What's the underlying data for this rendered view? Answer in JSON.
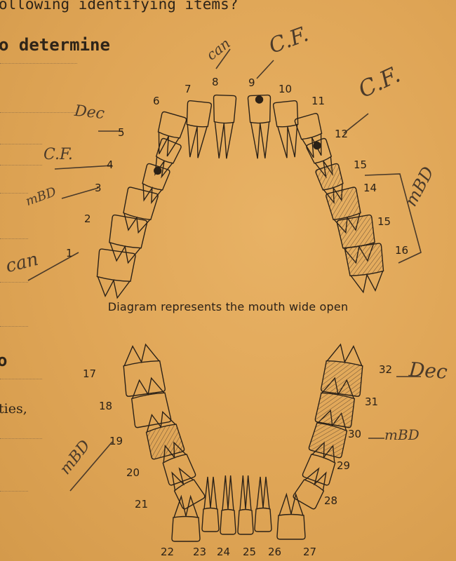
{
  "form_text": {
    "header_fragment": "ollowing identifying items?",
    "heading_fragment": "o determine",
    "heading2_fragment": "o",
    "side_fragment": "ties,"
  },
  "caption": "Diagram represents the mouth wide open",
  "upper_numbers": [
    "1",
    "2",
    "3",
    "4",
    "5",
    "6",
    "7",
    "8",
    "9",
    "10",
    "11",
    "12",
    "15",
    "14",
    "15",
    "16"
  ],
  "lower_numbers": [
    "17",
    "18",
    "19",
    "20",
    "21",
    "22",
    "23",
    "24",
    "25",
    "26",
    "27",
    "28",
    "29",
    "30",
    "31",
    "32"
  ],
  "annotations": {
    "can_top": "can",
    "cf_9": "C.F.",
    "cf_12": "C.F.",
    "dec_5": "Dec",
    "cf_4": "C.F.",
    "mbd_3": "mBD",
    "can_1": "can",
    "mbd_upper_right": "mBD",
    "dec_32": "Dec",
    "mbd_30": "mBD",
    "mbd_19": "mBD"
  },
  "colors": {
    "paper": "#dfa556",
    "ink": "#2b2117",
    "pencil": "#4a3a2a"
  }
}
